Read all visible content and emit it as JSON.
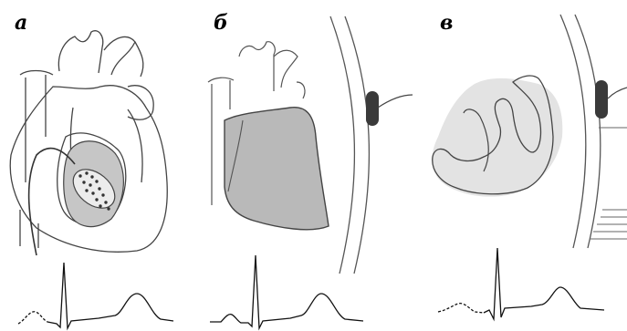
{
  "panels": [
    {
      "label": "а"
    },
    {
      "label": "б"
    },
    {
      "label": "в"
    }
  ],
  "colors": {
    "outline": "#444444",
    "heart_fill_dark": "#bdbdbd",
    "heart_fill_light": "#e3e3e3",
    "electrode": "#3a3a3a",
    "ecg": "#111111",
    "ecg_pwave_dashed": "#111111"
  },
  "icons": {
    "panel_a": "heart-with-intracardiac-lead-and-electrode",
    "panel_b": "heart-silhouette-with-chest-wall-and-skin-electrode",
    "panel_c": "ventricles-section-with-chest-wall-and-skin-electrode"
  }
}
